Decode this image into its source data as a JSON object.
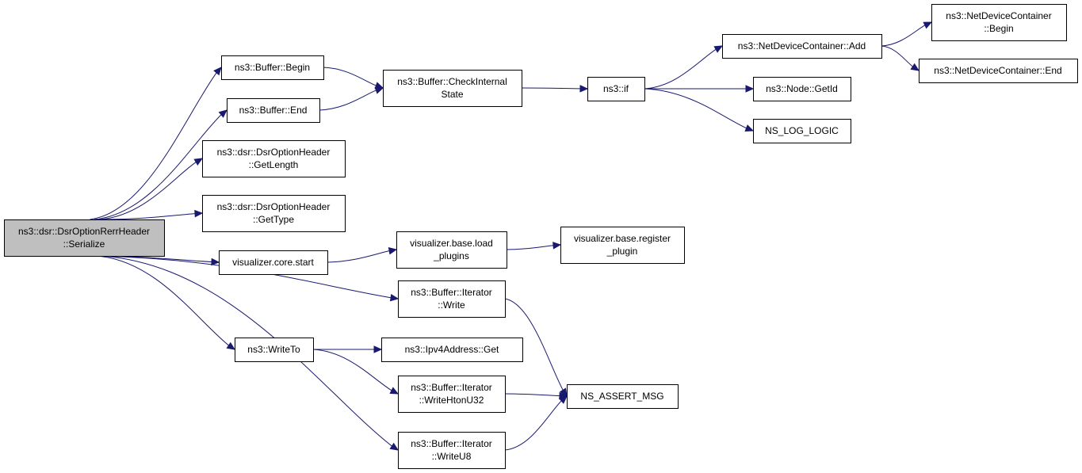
{
  "graph": {
    "nodes": [
      {
        "id": "serialize",
        "lines": [
          "ns3::dsr::DsrOptionRerrHeader",
          "::Serialize"
        ],
        "root": true
      },
      {
        "id": "buf_begin",
        "lines": [
          "ns3::Buffer::Begin"
        ]
      },
      {
        "id": "buf_end",
        "lines": [
          "ns3::Buffer::End"
        ]
      },
      {
        "id": "get_length",
        "lines": [
          "ns3::dsr::DsrOptionHeader",
          "::GetLength"
        ]
      },
      {
        "id": "get_type",
        "lines": [
          "ns3::dsr::DsrOptionHeader",
          "::GetType"
        ]
      },
      {
        "id": "vis_start",
        "lines": [
          "visualizer.core.start"
        ]
      },
      {
        "id": "iter_write",
        "lines": [
          "ns3::Buffer::Iterator",
          "::Write"
        ]
      },
      {
        "id": "write_to",
        "lines": [
          "ns3::WriteTo"
        ]
      },
      {
        "id": "iter_writeu8",
        "lines": [
          "ns3::Buffer::Iterator",
          "::WriteU8"
        ]
      },
      {
        "id": "check_internal",
        "lines": [
          "ns3::Buffer::CheckInternal",
          "State"
        ]
      },
      {
        "id": "load_plugins",
        "lines": [
          "visualizer.base.load",
          "_plugins"
        ]
      },
      {
        "id": "ipv4_get",
        "lines": [
          "ns3::Ipv4Address::Get"
        ]
      },
      {
        "id": "write_hton",
        "lines": [
          "ns3::Buffer::Iterator",
          "::WriteHtonU32"
        ]
      },
      {
        "id": "ns3_if",
        "lines": [
          "ns3::if"
        ]
      },
      {
        "id": "register_plugin",
        "lines": [
          "visualizer.base.register",
          "_plugin"
        ]
      },
      {
        "id": "assert_msg",
        "lines": [
          "NS_ASSERT_MSG"
        ]
      },
      {
        "id": "ndc_add",
        "lines": [
          "ns3::NetDeviceContainer::Add"
        ]
      },
      {
        "id": "node_getid",
        "lines": [
          "ns3::Node::GetId"
        ]
      },
      {
        "id": "log_logic",
        "lines": [
          "NS_LOG_LOGIC"
        ]
      },
      {
        "id": "ndc_begin",
        "lines": [
          "ns3::NetDeviceContainer",
          "::Begin"
        ]
      },
      {
        "id": "ndc_end",
        "lines": [
          "ns3::NetDeviceContainer::End"
        ]
      }
    ],
    "edges": [
      [
        "serialize",
        "buf_begin"
      ],
      [
        "serialize",
        "buf_end"
      ],
      [
        "serialize",
        "get_length"
      ],
      [
        "serialize",
        "get_type"
      ],
      [
        "serialize",
        "vis_start"
      ],
      [
        "serialize",
        "iter_write"
      ],
      [
        "serialize",
        "write_to"
      ],
      [
        "serialize",
        "iter_writeu8"
      ],
      [
        "buf_begin",
        "check_internal"
      ],
      [
        "buf_end",
        "check_internal"
      ],
      [
        "check_internal",
        "ns3_if"
      ],
      [
        "ns3_if",
        "ndc_add"
      ],
      [
        "ns3_if",
        "node_getid"
      ],
      [
        "ns3_if",
        "log_logic"
      ],
      [
        "ndc_add",
        "ndc_begin"
      ],
      [
        "ndc_add",
        "ndc_end"
      ],
      [
        "vis_start",
        "load_plugins"
      ],
      [
        "load_plugins",
        "register_plugin"
      ],
      [
        "iter_write",
        "assert_msg"
      ],
      [
        "write_to",
        "ipv4_get"
      ],
      [
        "write_to",
        "write_hton"
      ],
      [
        "write_hton",
        "assert_msg"
      ],
      [
        "iter_writeu8",
        "assert_msg"
      ]
    ]
  }
}
